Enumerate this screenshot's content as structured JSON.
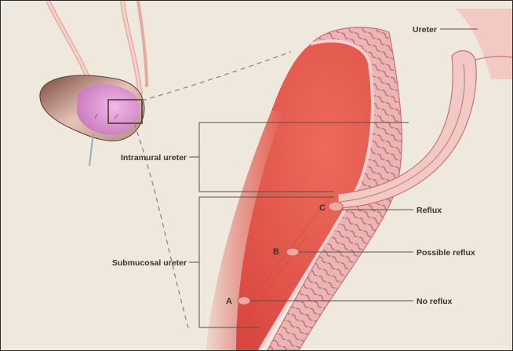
{
  "labels": {
    "ureter": "Ureter",
    "intramural_ureter": "Intramural ureter",
    "submucosal_ureter": "Submucosal ureter",
    "reflux": "Reflux",
    "possible_reflux": "Possible reflux",
    "no_reflux": "No reflux"
  },
  "points": {
    "a": "A",
    "b": "B",
    "c": "C"
  },
  "colors": {
    "background": "#efe9dd",
    "bladder_lumen": "#e2574c",
    "bladder_wall": "#e9b3b3",
    "ureter_tube": "#f3c9c3",
    "label_text": "#3d3428",
    "leader_line": "#5a5040"
  }
}
